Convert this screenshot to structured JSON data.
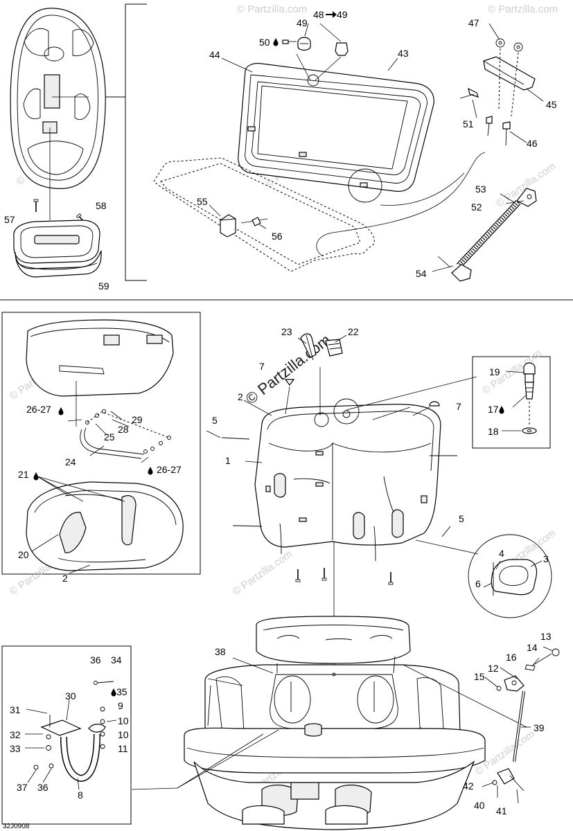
{
  "diagram_code": "32J0908",
  "watermark": {
    "text": "© Partzilla.com"
  },
  "drop_icon": "oil-drop-icon",
  "arrow_icon": "right-arrow-icon",
  "callouts": {
    "c1": "1",
    "c2": "2",
    "c2b": "2",
    "c3": "3",
    "c4": "4",
    "c5": "5",
    "c5b": "5",
    "c6": "6",
    "c7": "7",
    "c7b": "7",
    "c8": "8",
    "c9": "9",
    "c10": "10",
    "c10b": "10",
    "c11": "11",
    "c12": "12",
    "c13": "13",
    "c14": "14",
    "c15": "15",
    "c16": "16",
    "c17": "17",
    "c18": "18",
    "c19": "19",
    "c20": "20",
    "c21": "21",
    "c22": "22",
    "c23": "23",
    "c24": "24",
    "c25": "25",
    "c26a": "26-27",
    "c26b": "26-27",
    "c28": "28",
    "c29": "29",
    "c30": "30",
    "c31": "31",
    "c32": "32",
    "c33": "33",
    "c34": "34",
    "c35": "35",
    "c36": "36",
    "c36b": "36",
    "c37": "37",
    "c38": "38",
    "c39": "39",
    "c40": "40",
    "c41": "41",
    "c42": "42",
    "c43": "43",
    "c44": "44",
    "c45": "45",
    "c46": "46",
    "c47": "47",
    "c48": "48",
    "c49": "49",
    "c49b": "49",
    "c50": "50",
    "c51": "51",
    "c52": "52",
    "c53": "53",
    "c54": "54",
    "c55": "55",
    "c56": "56",
    "c57": "57",
    "c58": "58",
    "c59": "59"
  }
}
